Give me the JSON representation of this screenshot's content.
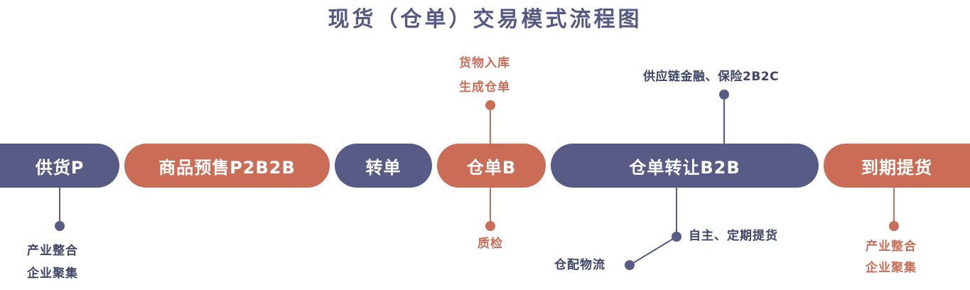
{
  "title": "现货（仓单）交易模式流程图",
  "colors": {
    "blue": "#575b86",
    "orange": "#cb6d56",
    "title": "#545a85"
  },
  "stages": [
    {
      "label": "供货P",
      "color": "blue"
    },
    {
      "label": "商品预售P2B2B",
      "color": "orange"
    },
    {
      "label": "转单",
      "color": "blue"
    },
    {
      "label": "仓单B",
      "color": "orange"
    },
    {
      "label": "仓单转让B2B",
      "color": "blue"
    },
    {
      "label": "到期提货",
      "color": "orange"
    }
  ],
  "annotations": {
    "supply_below": [
      "产业整合",
      "企业聚集"
    ],
    "warehouse_above": [
      "货物入库",
      "生成仓单"
    ],
    "warehouse_below": "质检",
    "transfer_above": "供应链金融、保险2B2C",
    "transfer_below_1": "自主、定期提货",
    "transfer_below_2": "仓配物流",
    "pickup_below": [
      "产业整合",
      "企业聚集"
    ]
  }
}
